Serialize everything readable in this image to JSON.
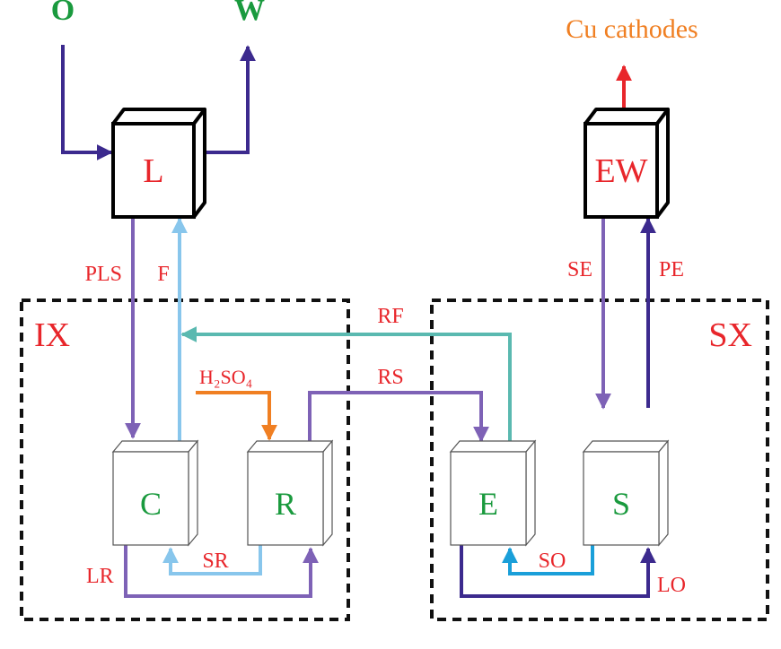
{
  "colors": {
    "red": "#e8262b",
    "green": "#1a9a3e",
    "orange": "#f07f22",
    "dark_purple": "#3c2a8e",
    "purple": "#7e62b6",
    "light_blue": "#88c6ec",
    "teal": "#5ab9b0",
    "cyan": "#1a9fd9",
    "black": "#000000"
  },
  "labels": {
    "inflow_o": "O",
    "outflow_w": "W",
    "product": "Cu cathodes",
    "reagent": "H₂SO₄"
  },
  "units": {
    "leach": "L",
    "electrowinning": "EW",
    "ix_column": "C",
    "ix_regen": "R",
    "sx_extract": "E",
    "sx_strip": "S"
  },
  "zones": {
    "ix": "IX",
    "sx": "SX"
  },
  "streams": {
    "pls": "PLS",
    "f": "F",
    "rf": "RF",
    "rs": "RS",
    "sr": "SR",
    "lr": "LR",
    "se": "SE",
    "pe": "PE",
    "so": "SO",
    "lo": "LO"
  }
}
